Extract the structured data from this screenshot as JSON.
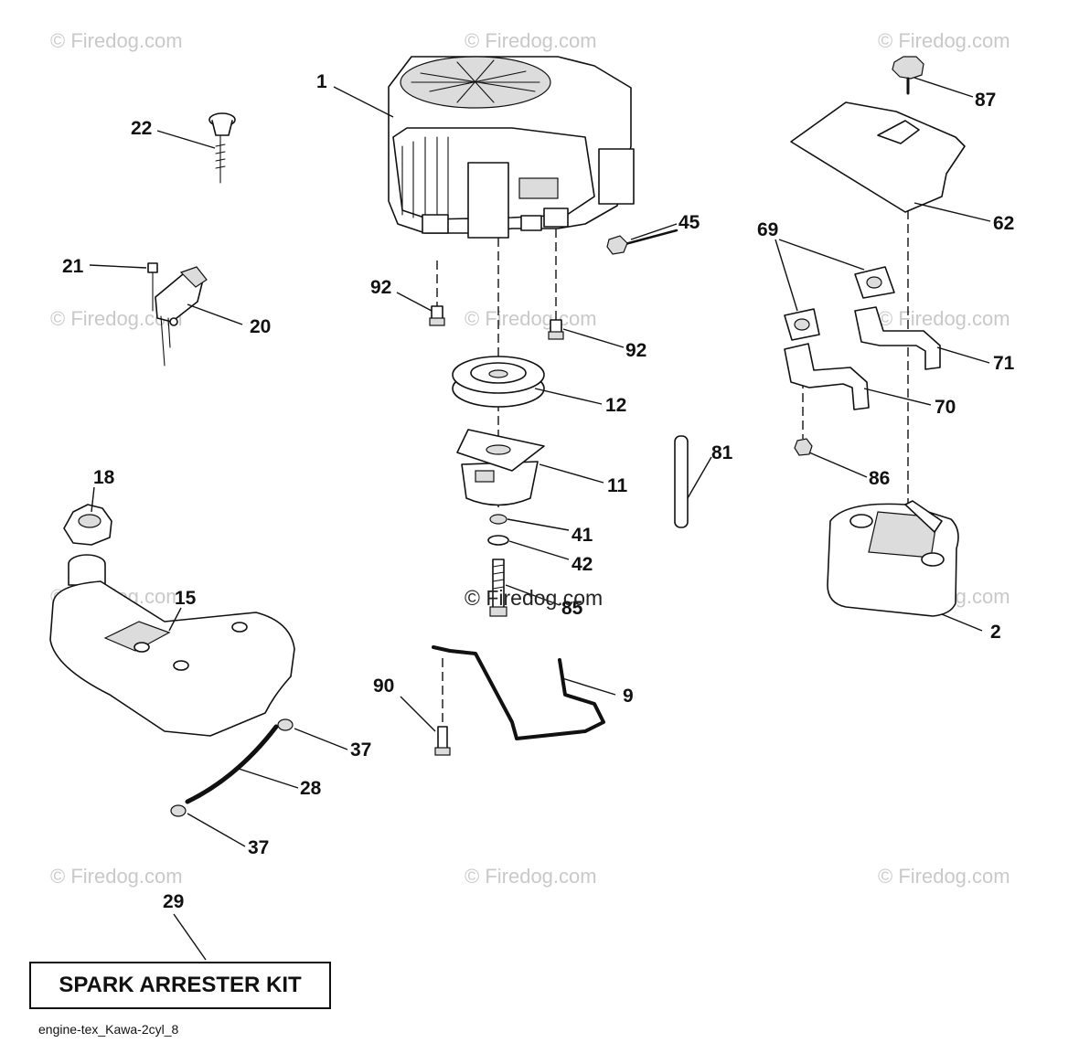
{
  "watermark": "© Firedog.com",
  "center_watermark": "© Firedog.com",
  "kit_label": "SPARK ARRESTER KIT",
  "caption": "engine-tex_Kawa-2cyl_8",
  "callouts": {
    "c1": "1",
    "c22": "22",
    "c21": "21",
    "c20": "20",
    "c92a": "92",
    "c92b": "92",
    "c45": "45",
    "c12": "12",
    "c11": "11",
    "c41": "41",
    "c42": "42",
    "c85": "85",
    "c81": "81",
    "c87": "87",
    "c62": "62",
    "c69": "69",
    "c71": "71",
    "c70": "70",
    "c86": "86",
    "c2": "2",
    "c18": "18",
    "c15": "15",
    "c37a": "37",
    "c28": "28",
    "c37b": "37",
    "c90": "90",
    "c9": "9",
    "c29": "29"
  }
}
